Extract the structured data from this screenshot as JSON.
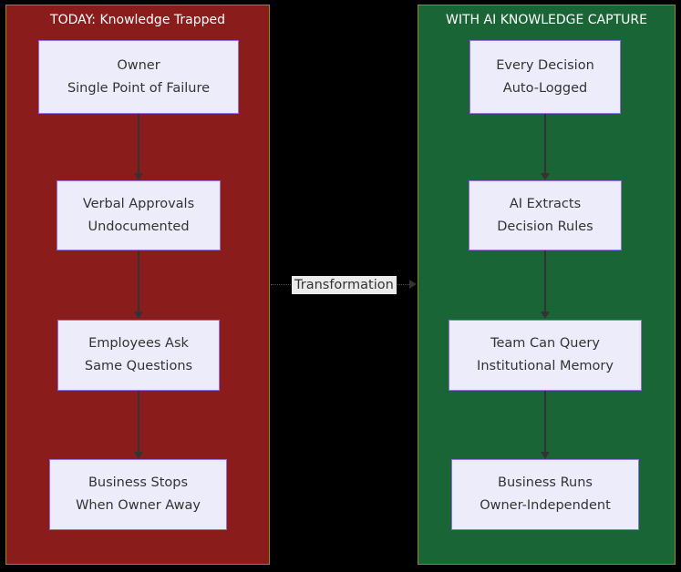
{
  "diagram": {
    "type": "flowchart",
    "background": "#000000",
    "panels": [
      {
        "id": "today",
        "title": "TODAY: Knowledge Trapped",
        "fill": "#8a1c1c",
        "border": "#8a8a2a",
        "title_color": "#ffffff",
        "nodes": [
          {
            "id": "owner",
            "line1": "Owner",
            "line2": "Single Point of Failure"
          },
          {
            "id": "verbal",
            "line1": "Verbal Approvals",
            "line2": "Undocumented"
          },
          {
            "id": "employees",
            "line1": "Employees Ask",
            "line2": "Same Questions"
          },
          {
            "id": "stops",
            "line1": "Business Stops",
            "line2": "When Owner Away"
          }
        ]
      },
      {
        "id": "with-ai",
        "title": "WITH AI KNOWLEDGE CAPTURE",
        "fill": "#1a6535",
        "border": "#8a8a2a",
        "title_color": "#ffffff",
        "nodes": [
          {
            "id": "logged",
            "line1": "Every Decision",
            "line2": "Auto-Logged"
          },
          {
            "id": "extract",
            "line1": "AI Extracts",
            "line2": "Decision Rules"
          },
          {
            "id": "query",
            "line1": "Team Can Query",
            "line2": "Institutional Memory"
          },
          {
            "id": "runs",
            "line1": "Business Runs",
            "line2": "Owner-Independent"
          }
        ]
      }
    ],
    "transformation": {
      "label": "Transformation",
      "style": "dotted",
      "color": "#555555",
      "label_background": "#ebebeb",
      "from_panel": "today",
      "to_panel": "with-ai"
    },
    "node_style": {
      "fill": "#ececfb",
      "border": "#9370db",
      "text_color": "#333333"
    },
    "connector_color": "#333333"
  }
}
